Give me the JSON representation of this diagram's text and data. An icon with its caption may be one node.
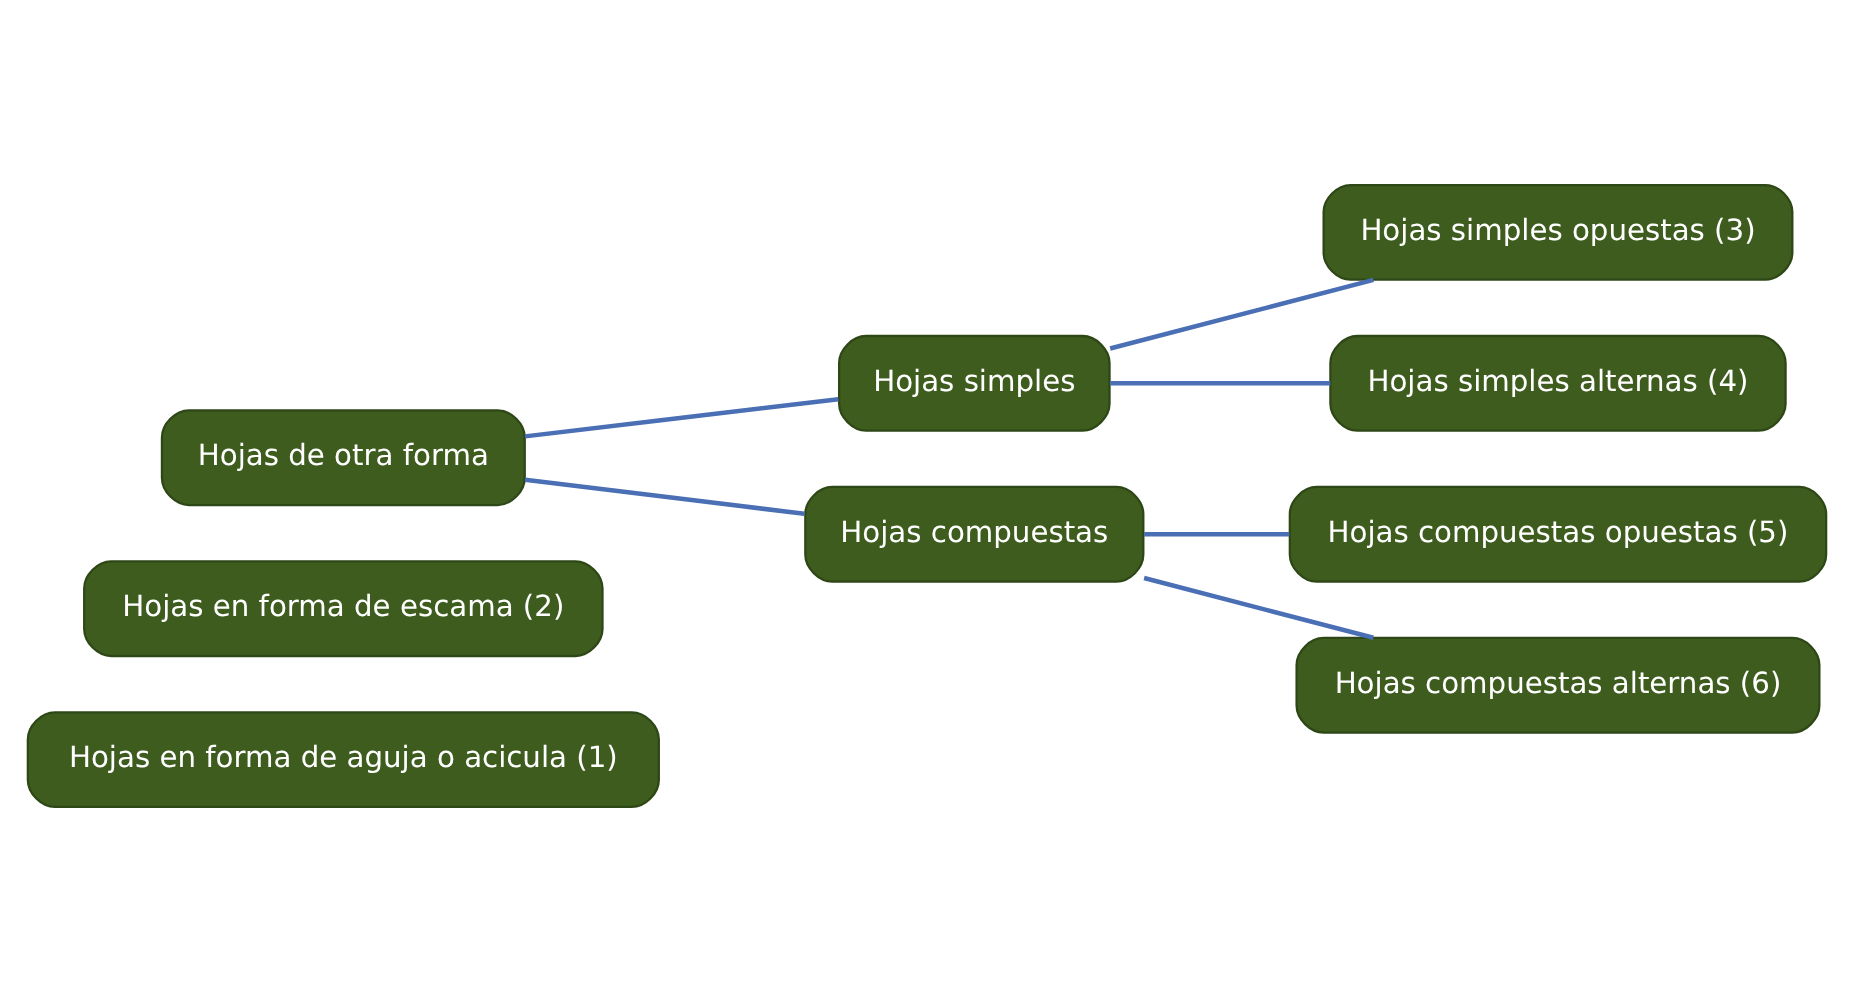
{
  "diagram": {
    "nodes": [
      {
        "text": [
          "Hojas en forma de aguja o acicula (1)"
        ]
      },
      {
        "text": [
          "Hojas en forma de escama (2)"
        ]
      },
      {
        "text": [
          "Hojas de otra forma"
        ]
      },
      {
        "text": [
          "Hojas simples"
        ]
      },
      {
        "text": [
          "Hojas compuestas"
        ]
      },
      {
        "text": [
          "Hojas simples opuestas (3)"
        ]
      },
      {
        "text": [
          "Hojas simples alternas (4)"
        ]
      },
      {
        "text": [
          "Hojas compuestas opuestas (5)"
        ]
      },
      {
        "text": [
          "Hojas compuestas alternas (6)"
        ]
      }
    ],
    "edges": [
      {
        "from": 2,
        "to": 3,
        "arrow": "none"
      },
      {
        "from": 2,
        "to": 4,
        "arrow": "none"
      },
      {
        "from": 3,
        "to": 5,
        "arrow": "none"
      },
      {
        "from": 3,
        "to": 6,
        "arrow": "none"
      },
      {
        "from": 4,
        "to": 7,
        "arrow": "none"
      },
      {
        "from": 4,
        "to": 8,
        "arrow": "none"
      }
    ]
  }
}
